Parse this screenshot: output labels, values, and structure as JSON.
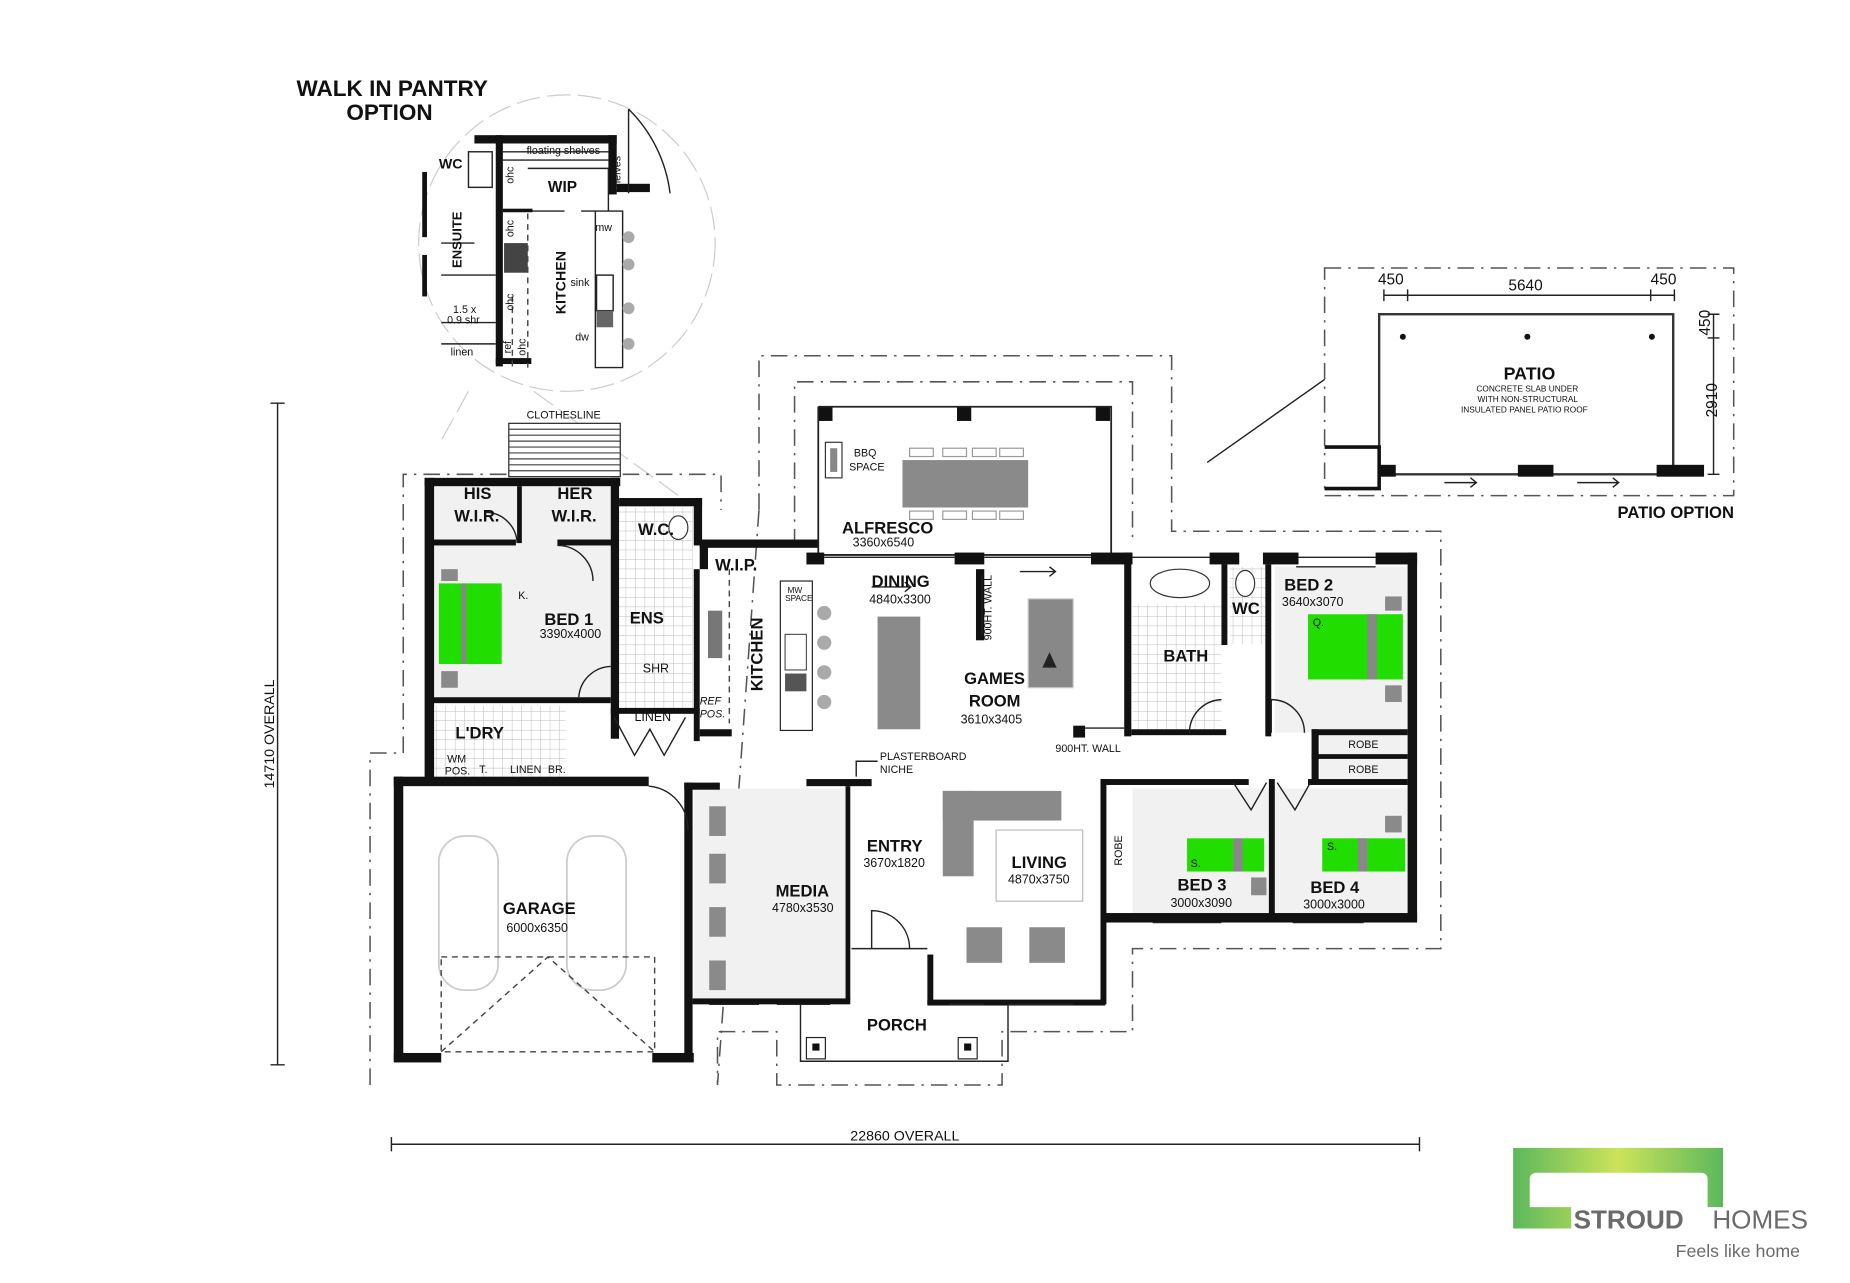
{
  "inset": {
    "title_line1": "WALK IN PANTRY",
    "title_line2": "OPTION",
    "labels": {
      "wc": "WC",
      "ensuite": "ENSUITE",
      "wip": "WIP",
      "floating_shelves": "floating shelves",
      "shelves": "shelves",
      "kitchen": "KITCHEN",
      "mw": "mw",
      "sink": "sink",
      "dw": "dw",
      "ohc": "ohc",
      "ref": "ref",
      "shower_1": "1.5 x",
      "shower_2": "0.9 shr",
      "linen": "linen"
    }
  },
  "rooms": {
    "bed1": {
      "name": "BED 1",
      "dims": "3390x4000",
      "bed": "K."
    },
    "his_wir": {
      "line1": "HIS",
      "line2": "W.I.R."
    },
    "her_wir": {
      "line1": "HER",
      "line2": "W.I.R."
    },
    "wc_ens": {
      "name": "W.C."
    },
    "ens": {
      "name": "ENS"
    },
    "shr": {
      "name": "SHR"
    },
    "linen_hall": {
      "name": "LINEN"
    },
    "wip": {
      "name": "W.I.P."
    },
    "kitchen": {
      "name": "KITCHEN"
    },
    "mw_space": {
      "line1": "MW",
      "line2": "SPACE"
    },
    "ref_pos": {
      "line1": "REF",
      "line2": "POS."
    },
    "ldry": {
      "name": "L'DRY"
    },
    "wm_pos": {
      "line1": "WM",
      "line2": "POS."
    },
    "tub": {
      "name": "T."
    },
    "linen_ldry": {
      "name": "LINEN"
    },
    "br": {
      "name": "BR."
    },
    "alfresco": {
      "name": "ALFRESCO",
      "dims": "3360x6540"
    },
    "bbq": {
      "line1": "BBQ",
      "line2": "SPACE"
    },
    "dining": {
      "name": "DINING",
      "dims": "4840x3300"
    },
    "games": {
      "line1": "GAMES",
      "line2": "ROOM",
      "dims": "3610x3405"
    },
    "bath": {
      "name": "BATH"
    },
    "wc": {
      "name": "WC"
    },
    "bed2": {
      "name": "BED 2",
      "dims": "3640x3070",
      "bed": "Q."
    },
    "robe1": {
      "name": "ROBE"
    },
    "robe2": {
      "name": "ROBE"
    },
    "robe3": {
      "name": "ROBE"
    },
    "bed3": {
      "name": "BED 3",
      "dims": "3000x3090",
      "bed": "S."
    },
    "bed4": {
      "name": "BED 4",
      "dims": "3000x3000",
      "bed": "S."
    },
    "garage": {
      "name": "GARAGE",
      "dims": "6000x6350"
    },
    "media": {
      "name": "MEDIA",
      "dims": "4780x3530"
    },
    "entry": {
      "name": "ENTRY",
      "dims": "3670x1820"
    },
    "living": {
      "name": "LIVING",
      "dims": "4870x3750"
    },
    "porch": {
      "name": "PORCH"
    }
  },
  "notes": {
    "clothesline": "CLOTHESLINE",
    "wall_900_a": "900HT. WALL",
    "wall_900_b": "900HT. WALL",
    "plasterboard_1": "PLASTERBOARD",
    "plasterboard_2": "NICHE"
  },
  "patio": {
    "title": "PATIO",
    "desc1": "CONCRETE SLAB UNDER",
    "desc2": "WITH NON-STRUCTURAL",
    "desc3": "INSULATED PANEL PATIO ROOF",
    "dim_left": "450",
    "dim_mid": "5640",
    "dim_right": "450",
    "dim_v_top": "450",
    "dim_v_main": "2910",
    "option_label": "PATIO OPTION"
  },
  "dimensions": {
    "overall_height": "14710  OVERALL",
    "overall_width": "22860  OVERALL"
  },
  "logo": {
    "brand_bold": "STROUD",
    "brand_light": "HOMES",
    "tagline": "Feels like home"
  },
  "colors": {
    "bed": "#22dd00",
    "furniture": "#8a8a8a",
    "logo_green": "#5cb85c",
    "logo_lime": "#cde35a",
    "logo_text": "#6b6b6b"
  }
}
